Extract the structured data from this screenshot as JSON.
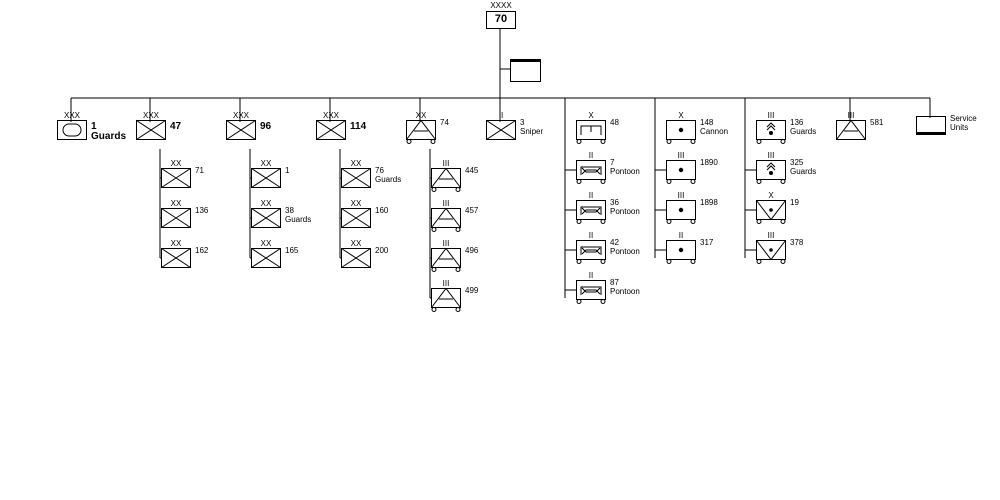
{
  "army": {
    "echelon": "XXXX",
    "label": "70"
  },
  "hq": {
    "label": ""
  },
  "columns": [
    {
      "top": {
        "type": "armor",
        "echelon": "XXX",
        "label": "1\nGuards",
        "bold": true
      },
      "subs": []
    },
    {
      "top": {
        "type": "inf",
        "echelon": "XXX",
        "label": "47",
        "bold": true
      },
      "subs": [
        {
          "type": "inf",
          "echelon": "XX",
          "label": "71"
        },
        {
          "type": "inf",
          "echelon": "XX",
          "label": "136"
        },
        {
          "type": "inf",
          "echelon": "XX",
          "label": "162"
        }
      ]
    },
    {
      "top": {
        "type": "inf",
        "echelon": "XXX",
        "label": "96",
        "bold": true
      },
      "subs": [
        {
          "type": "inf",
          "echelon": "XX",
          "label": "1"
        },
        {
          "type": "inf",
          "echelon": "XX",
          "label": "38 Guards"
        },
        {
          "type": "inf",
          "echelon": "XX",
          "label": "165"
        }
      ]
    },
    {
      "top": {
        "type": "inf",
        "echelon": "XXX",
        "label": "114",
        "bold": true
      },
      "subs": [
        {
          "type": "inf",
          "echelon": "XX",
          "label": "76 Guards"
        },
        {
          "type": "inf",
          "echelon": "XX",
          "label": "160"
        },
        {
          "type": "inf",
          "echelon": "XX",
          "label": "200"
        }
      ]
    },
    {
      "top": {
        "type": "at",
        "echelon": "XX",
        "label": "74"
      },
      "subs": [
        {
          "type": "at",
          "echelon": "III",
          "label": "445"
        },
        {
          "type": "at",
          "echelon": "III",
          "label": "457"
        },
        {
          "type": "at",
          "echelon": "III",
          "label": "496"
        },
        {
          "type": "at",
          "echelon": "III",
          "label": "499"
        }
      ]
    },
    {
      "top": {
        "type": "inf",
        "echelon": "II",
        "label": "3 Sniper"
      },
      "subs": []
    },
    {
      "top": {
        "type": "eng",
        "echelon": "X",
        "label": "48"
      },
      "subs": [
        {
          "type": "bridge",
          "echelon": "II",
          "label": "7\nPontoon"
        },
        {
          "type": "bridge",
          "echelon": "II",
          "label": "36\nPontoon"
        },
        {
          "type": "bridge",
          "echelon": "II",
          "label": "42\nPontoon"
        },
        {
          "type": "bridge",
          "echelon": "II",
          "label": "87\nPontoon"
        }
      ]
    },
    {
      "top": {
        "type": "arty",
        "echelon": "X",
        "label": "148 Cannon"
      },
      "subs": [
        {
          "type": "arty",
          "echelon": "III",
          "label": "1890"
        },
        {
          "type": "arty",
          "echelon": "III",
          "label": "1898"
        },
        {
          "type": "arty",
          "echelon": "II",
          "label": "317"
        }
      ]
    },
    {
      "top": {
        "type": "rocket",
        "echelon": "III",
        "label": "136 Guards"
      },
      "subs": [
        {
          "type": "rocket",
          "echelon": "III",
          "label": "325 Guards"
        },
        {
          "type": "aa",
          "echelon": "X",
          "label": "19"
        },
        {
          "type": "aa",
          "echelon": "III",
          "label": "378"
        }
      ]
    },
    {
      "top": {
        "type": "at",
        "echelon": "III",
        "label": "581"
      },
      "subs": []
    },
    {
      "top": {
        "type": "svc",
        "echelon": "",
        "label": "Service\nUnits"
      },
      "subs": []
    }
  ]
}
